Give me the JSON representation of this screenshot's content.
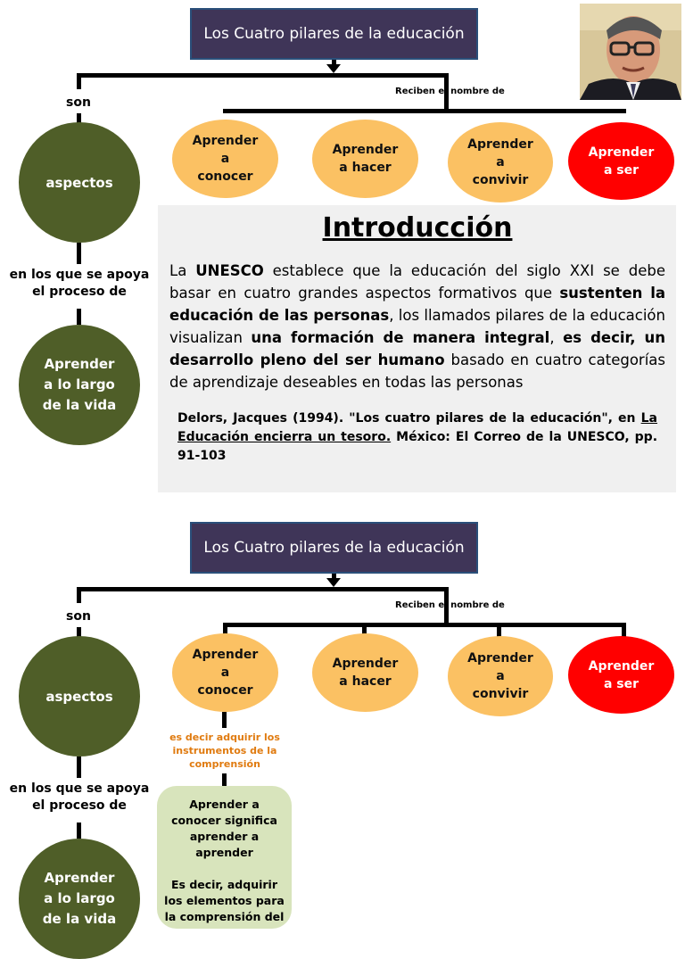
{
  "title": "Los Cuatro pilares de la educación",
  "labels": {
    "son": "son",
    "reciben": "Reciben el nombre de",
    "apoya_1": "en los que se apoya",
    "apoya_2": "el proceso de"
  },
  "circles": {
    "aspectos": "aspectos",
    "lifelong": [
      "Aprender",
      "a lo largo",
      "de la vida"
    ]
  },
  "pillars": [
    {
      "lines": [
        "Aprender",
        "a",
        "conocer"
      ],
      "color": "#fbc163"
    },
    {
      "lines": [
        "Aprender",
        "a hacer"
      ],
      "color": "#fbc163"
    },
    {
      "lines": [
        "Aprender",
        "a",
        "convivir"
      ],
      "color": "#fbc163"
    },
    {
      "lines": [
        "Aprender",
        "a ser"
      ],
      "color": "#ff0000"
    }
  ],
  "intro": {
    "heading": "Introducción",
    "p": [
      {
        "t": "La ",
        "b": false
      },
      {
        "t": "UNESCO",
        "b": true
      },
      {
        "t": " establece que la educación del siglo XXI se debe basar en cuatro grandes aspectos formativos que ",
        "b": false
      },
      {
        "t": "sustenten la educación de las personas",
        "b": true
      },
      {
        "t": ", los llamados pilares de la educación visualizan ",
        "b": false
      },
      {
        "t": "una formación de manera integral",
        "b": true
      },
      {
        "t": ", ",
        "b": false
      },
      {
        "t": "es decir, un desarrollo pleno del ser humano",
        "b": true
      },
      {
        "t": " basado en cuatro categorías de aprendizaje deseables en todas las personas",
        "b": false
      }
    ],
    "ref_before": "Delors, Jacques (1994). \"Los cuatro pilares de la educación\", en ",
    "ref_title": "La Educación encierra un tesoro.",
    "ref_after": " México: El Correo de la UNESCO, pp. 91-103"
  },
  "second": {
    "note": "es decir adquirir los instrumentos de la comprensión",
    "box_p1": "Aprender a conocer significa aprender a aprender",
    "box_p2": "Es decir, adquirir los elementos para la comprensión del"
  }
}
